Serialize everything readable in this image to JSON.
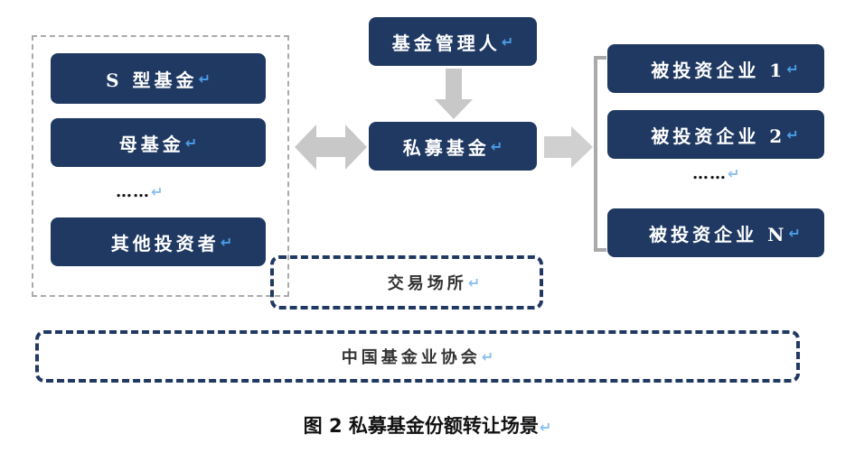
{
  "investors_group": {
    "items": [
      {
        "label": "S 型基金"
      },
      {
        "label": "母基金"
      },
      {
        "label": "……"
      },
      {
        "label": "其他投资者"
      }
    ]
  },
  "center": {
    "manager": "基金管理人",
    "fund": "私募基金"
  },
  "investees_group": {
    "items": [
      {
        "label": "被投资企业 1"
      },
      {
        "label": "被投资企业 2"
      },
      {
        "label": "……"
      },
      {
        "label": "被投资企业 N"
      }
    ]
  },
  "exchange": "交易场所",
  "association": "中国基金业协会",
  "caption": "图 2  私募基金份额转让场景",
  "return_mark": "↵",
  "colors": {
    "box_fill": "#203962",
    "arrow_gray": "#c8c8c8",
    "return_mark": "#4a9ee8"
  }
}
